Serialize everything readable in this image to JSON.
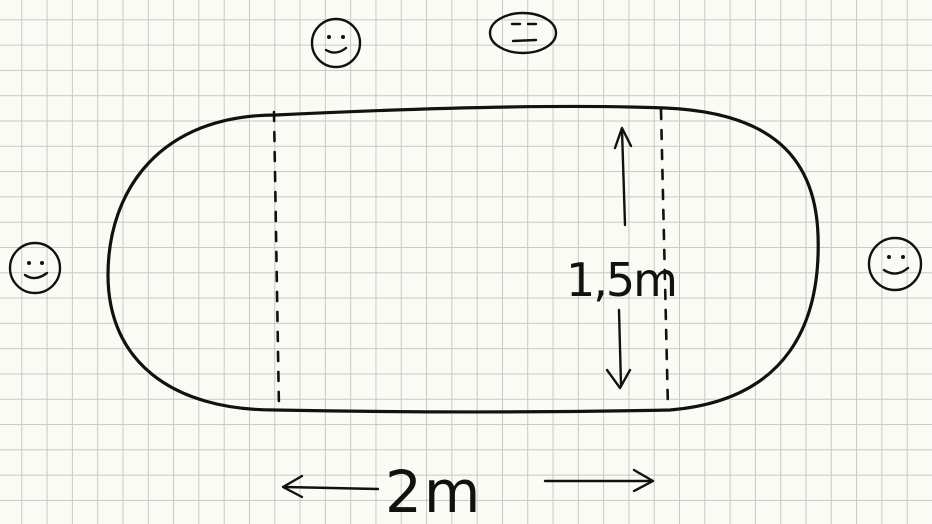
{
  "diagram": {
    "height_label": "1,5m",
    "width_label": "2m"
  },
  "faces": [
    {
      "id": "top-left",
      "expression": "smile"
    },
    {
      "id": "top-right",
      "expression": "neutral"
    },
    {
      "id": "left",
      "expression": "smile"
    },
    {
      "id": "right",
      "expression": "smile"
    }
  ]
}
